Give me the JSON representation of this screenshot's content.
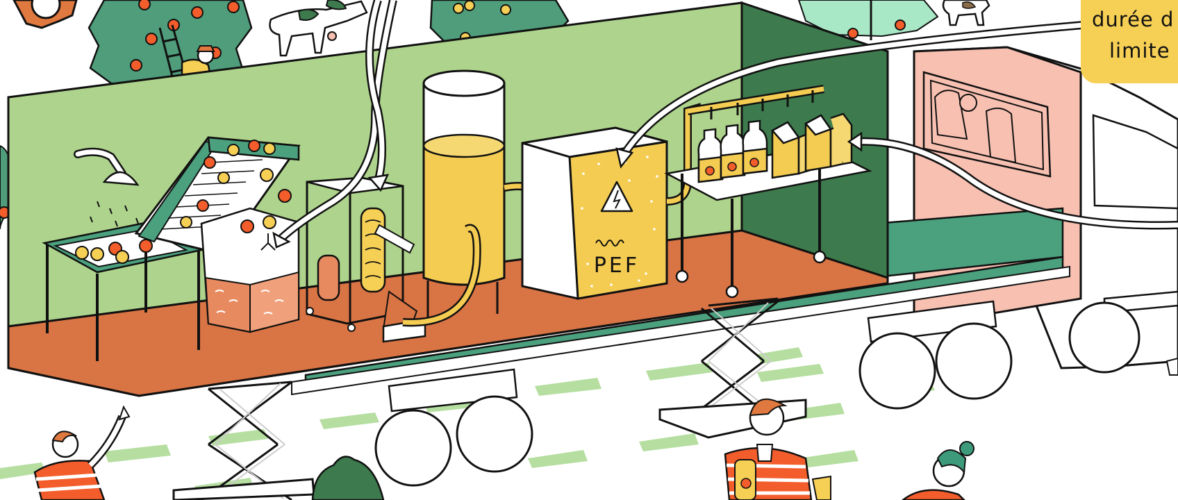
{
  "callout": {
    "line1": "durée d",
    "line2": "limite"
  },
  "machine": {
    "label": "PEF",
    "warning_icon": "high-voltage-icon"
  },
  "colors": {
    "wall_light_green": "#aed38c",
    "wall_dark_green": "#3d7a4d",
    "floor_orange": "#d97444",
    "trailer_teal": "#4ba07e",
    "juice_yellow": "#f4cc52",
    "cab_pink": "#f8c0b1",
    "tree_green": "#4f9d7a",
    "shirt_orange": "#f35d2b",
    "callout_yellow": "#f6cf55"
  }
}
